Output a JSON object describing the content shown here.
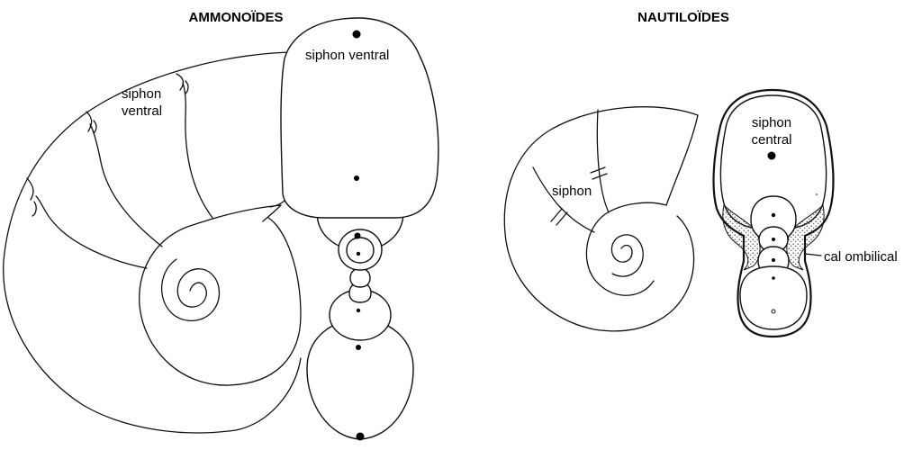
{
  "panels": {
    "ammonoides": {
      "title": "AMMONOÏDES",
      "label_siphon_ventral_section": "siphon ventral",
      "label_siphon_line1": "siphon",
      "label_siphon_line2": "ventral"
    },
    "nautiloides": {
      "title": "NAUTILOÏDES",
      "label_siphon_shell": "siphon",
      "label_siphon_central_line1": "siphon",
      "label_siphon_central_line2": "central",
      "label_cal_ombilical": "cal ombilical"
    }
  }
}
